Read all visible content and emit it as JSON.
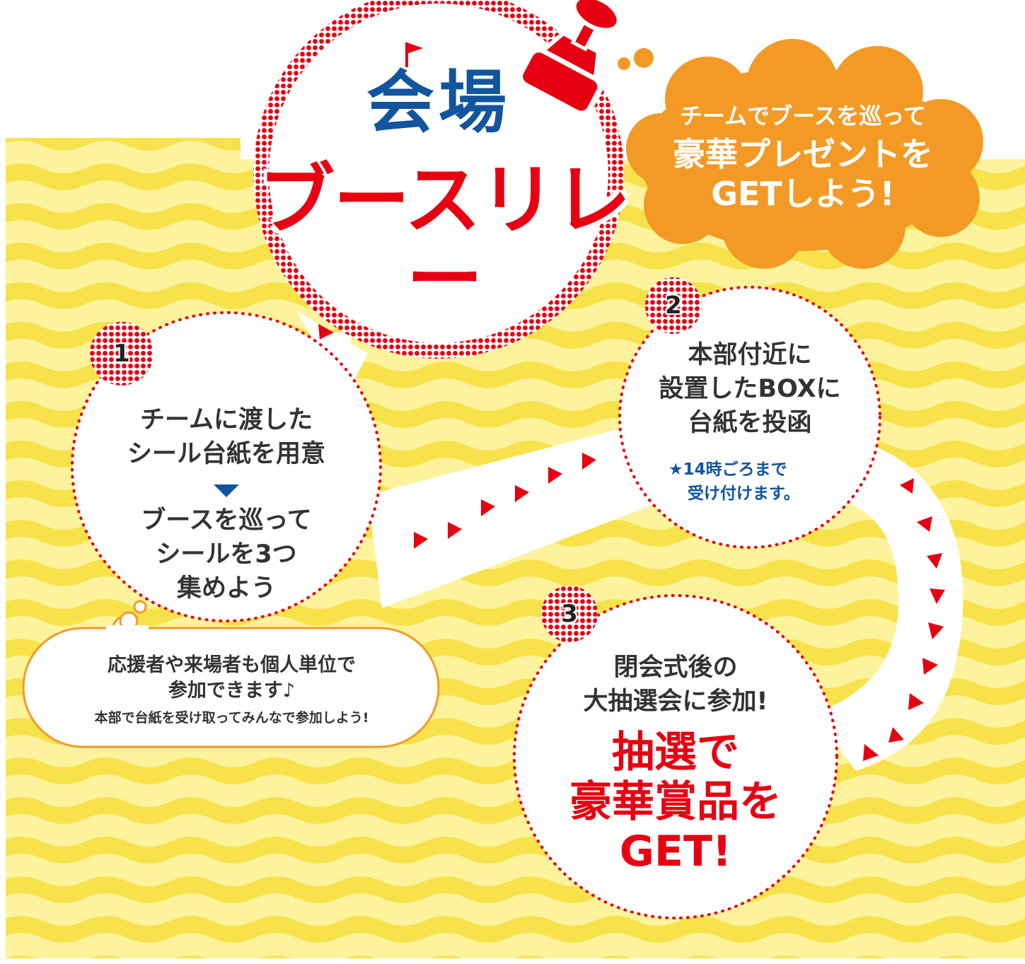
{
  "title": {
    "line1": "会場",
    "line2": "ブースリレー"
  },
  "intro": {
    "line1": "チームでブースを巡って",
    "line2": "豪華プレゼントを",
    "line3": "GETしよう!"
  },
  "steps": [
    {
      "number": "1",
      "lines": [
        "チームに渡した",
        "シール台紙を用意"
      ],
      "lines_after": [
        "ブースを巡って",
        "シールを3つ",
        "集めよう"
      ]
    },
    {
      "number": "2",
      "lines": [
        "本部付近に",
        "設置したBOXに",
        "台紙を投函"
      ],
      "note": [
        "★14時ごろまで",
        "受け付けます。"
      ]
    },
    {
      "number": "3",
      "lines": [
        "閉会式後の",
        "大抽選会に参加!"
      ],
      "highlight": [
        "抽選で",
        "豪華賞品を",
        "GET!"
      ]
    }
  ],
  "bubble": {
    "line1": "応援者や来場者も個人単位で",
    "line2": "参加できます♪",
    "line3": "本部で台紙を受け取ってみんなで参加しよう!"
  },
  "colors": {
    "stripe_dark": "#f7e24c",
    "stripe_light": "#fdf39c",
    "red": "#e60012",
    "blue": "#12559e",
    "orange": "#f39a26"
  },
  "icons": [
    "stamp-icon",
    "flag-icon",
    "footprint-icon",
    "music-note-icon"
  ]
}
